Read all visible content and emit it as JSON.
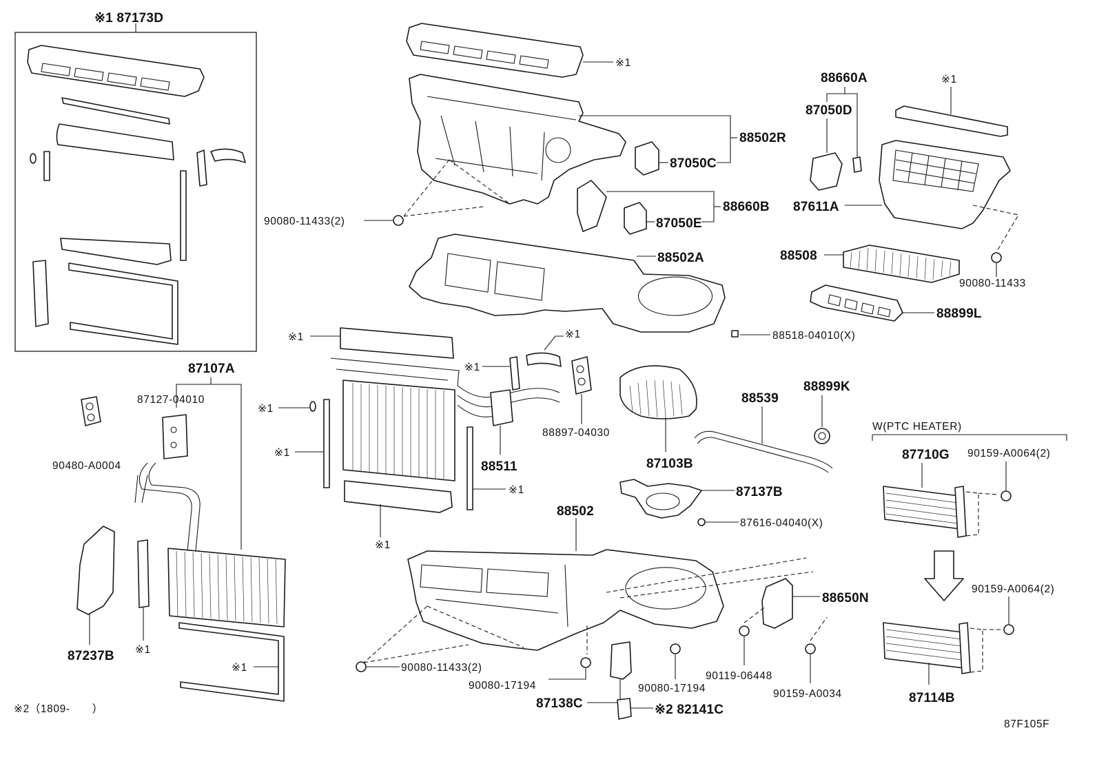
{
  "diagram": {
    "code": "87F105F",
    "note": "※2（1809-　　）",
    "variant_label": "W(PTC HEATER)",
    "callouts": {
      "c87173D": "※1 87173D",
      "c88660A": "88660A",
      "c87050D": "87050D",
      "c87611A": "87611A",
      "c90080_11433": "90080-11433",
      "c88508": "88508",
      "c88899L": "88899L",
      "c88502R": "88502R",
      "c87050C": "87050C",
      "c88660B": "88660B",
      "c87050E": "87050E",
      "c90080_11433_2a": "90080-11433(2)",
      "c88502A": "88502A",
      "c88518_04010": "88518-04010(X)",
      "c87107A": "87107A",
      "c87127_04010": "87127-04010",
      "c90480_A0004": "90480-A0004",
      "c88897_04030": "88897-04030",
      "c88511": "88511",
      "c87103B": "87103B",
      "c88539": "88539",
      "c88899K": "88899K",
      "c87137B": "87137B",
      "c87616_04040": "87616-04040(X)",
      "c88502": "88502",
      "c87710G": "87710G",
      "c90159_A0064_2a": "90159-A0064(2)",
      "c90159_A0064_2b": "90159-A0064(2)",
      "c87114B": "87114B",
      "c88650N": "88650N",
      "c90119_06448": "90119-06448",
      "c90159_A0034": "90159-A0034",
      "c90080_11433_2b": "90080-11433(2)",
      "c90080_17194a": "90080-17194",
      "c90080_17194b": "90080-17194",
      "c87138C": "87138C",
      "c82141C": "※2 82141C",
      "c87237B": "87237B"
    },
    "ref_mark": "※1"
  }
}
